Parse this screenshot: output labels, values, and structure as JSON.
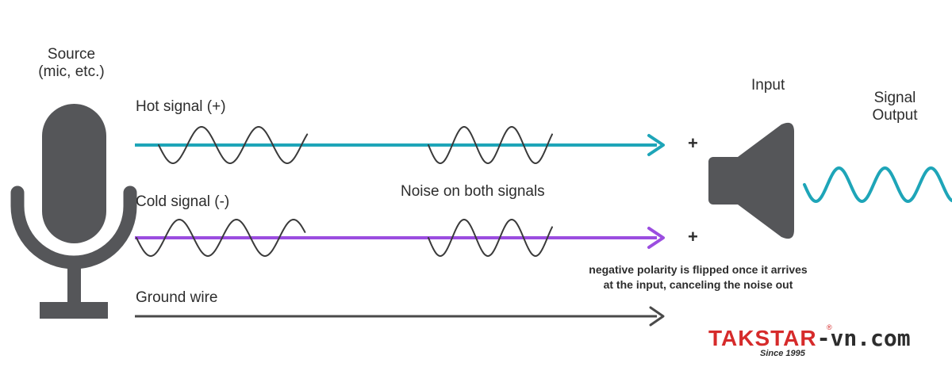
{
  "labels": {
    "source_line1": "Source",
    "source_line2": "(mic, etc.)",
    "hot": "Hot signal (+)",
    "cold": "Cold signal (-)",
    "ground": "Ground wire",
    "noise": "Noise on both signals",
    "input": "Input",
    "output_line1": "Signal",
    "output_line2": "Output",
    "note_line1": "negative polarity is flipped once it arrives",
    "note_line2": "at the input, canceling the noise out",
    "plus_hot": "+",
    "plus_cold": "+"
  },
  "watermark": {
    "brand_red": "TAKSTAR",
    "registered": "®",
    "brand_dark": "-vn.com",
    "since": "Since 1995"
  },
  "colors": {
    "hot": "#1ea5b8",
    "cold": "#9b4de0",
    "ground": "#4a4a4a",
    "wave": "#3a3a3a",
    "icon": "#555659",
    "output_wave": "#1ea5b8",
    "brand": "#d62b2b"
  },
  "icons": [
    "microphone-icon",
    "speaker-icon"
  ]
}
